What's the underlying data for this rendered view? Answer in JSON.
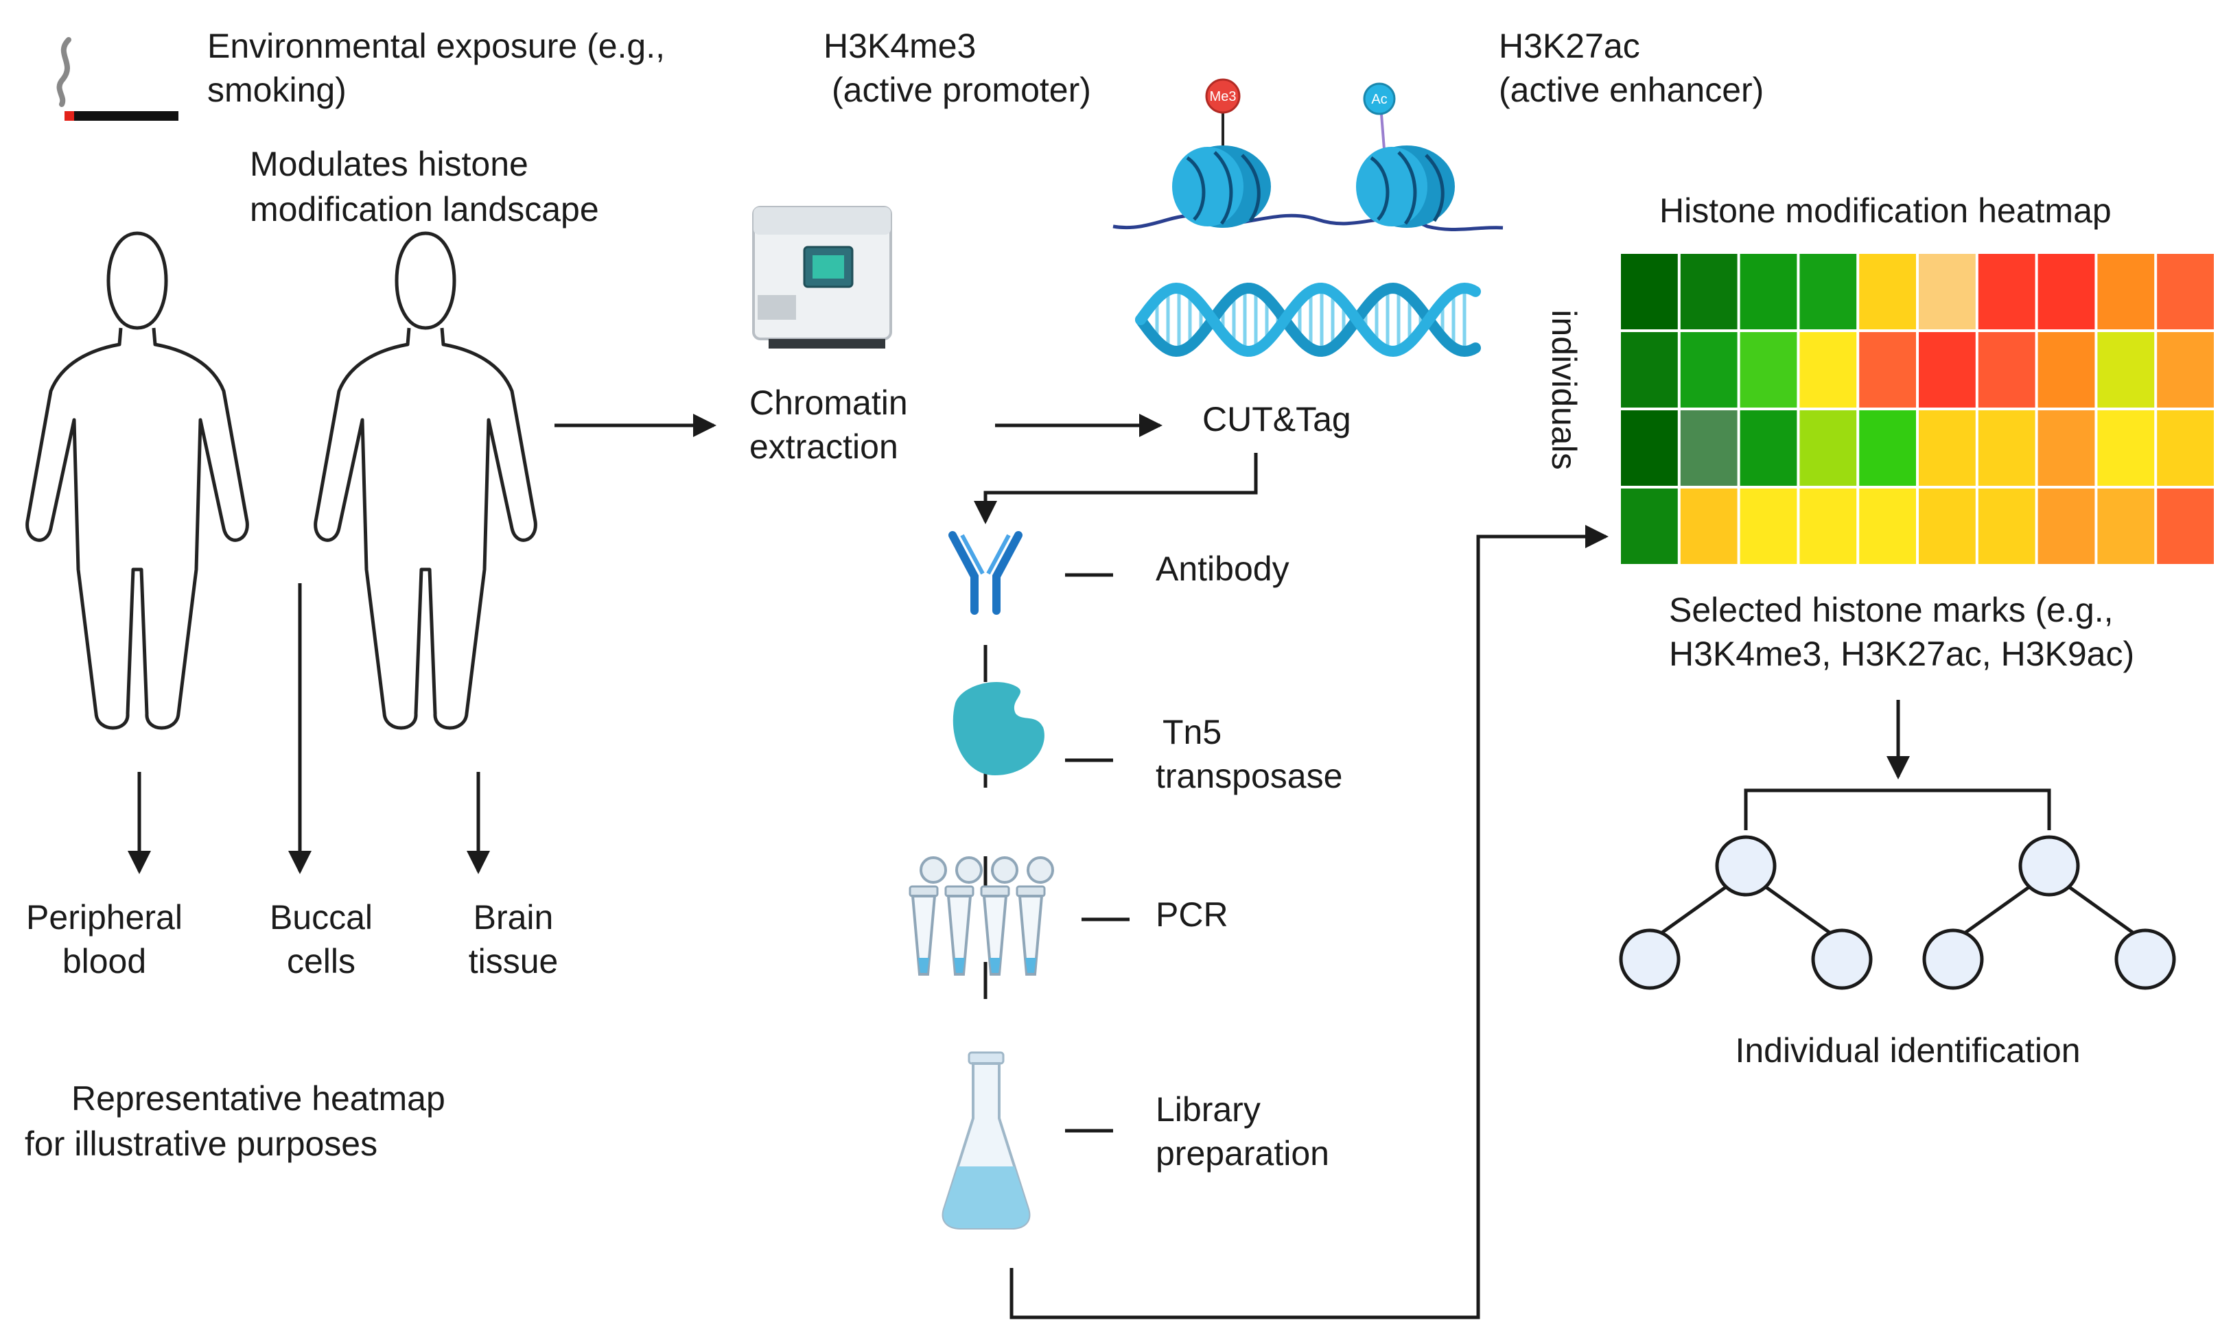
{
  "labels": {
    "exposure_line1": "Environmental exposure (e.g.,",
    "exposure_line2": "smoking)",
    "modulates_line1": "Modulates histone",
    "modulates_line2": "modification landscape",
    "h3k4me3_line1": "H3K4me3",
    "h3k4me3_line2": "(active promoter)",
    "h3k27ac_line1": "H3K27ac",
    "h3k27ac_line2": "(active enhancer)",
    "me3_tag": "Me3",
    "ac_tag": "Ac",
    "heatmap_title": "Histone modification heatmap",
    "individuals_axis": "individuals",
    "chromatin_line1": "Chromatin",
    "chromatin_line2": "extraction",
    "cuttag": "CUT&Tag",
    "antibody": "Antibody",
    "tn5_line1": "Tn5",
    "tn5_line2": "transposase",
    "pcr": "PCR",
    "library_line1": "Library",
    "library_line2": "preparation",
    "peripheral_line1": "Peripheral",
    "peripheral_line2": "blood",
    "buccal_line1": "Buccal",
    "buccal_line2": "cells",
    "brain_line1": "Brain",
    "brain_line2": "tissue",
    "representative_line1": "Representative heatmap",
    "representative_line2": "for illustrative purposes",
    "selected_line1": "Selected histone marks (e.g.,",
    "selected_line2": "H3K4me3, H3K27ac, H3K9ac)",
    "identification": "Individual identification"
  },
  "heatmap": {
    "rows": [
      [
        "#006400",
        "#0a7a0a",
        "#119b11",
        "#15a115",
        "#ffd21a",
        "#fcce78",
        "#ff3c28",
        "#ff3826",
        "#ff8c1e",
        "#ff6433"
      ],
      [
        "#0a7a0a",
        "#15a115",
        "#44cc1a",
        "#ffe81e",
        "#ff6433",
        "#ff3c28",
        "#ff5a32",
        "#ff8c1e",
        "#d7e614",
        "#ffa028"
      ],
      [
        "#006400",
        "#4a8a50",
        "#119b11",
        "#9cdc10",
        "#33cc11",
        "#ffd21a",
        "#ffd21a",
        "#ffa028",
        "#ffe81e",
        "#ffd21a"
      ],
      [
        "#0e870e",
        "#ffc81e",
        "#ffe81e",
        "#ffe81e",
        "#ffe81e",
        "#ffd21a",
        "#ffd21a",
        "#ffa028",
        "#ffb428",
        "#ff6433"
      ]
    ]
  },
  "colors": {
    "arrow": "#1a1a1a",
    "nucleosome": "#1a95c6",
    "dna_strand": "#2a3f8f",
    "me3_circle": "#e8423a",
    "ac_circle": "#27b3e3",
    "antibody": "#1d74c2",
    "tn5": "#3bb4c4",
    "tree_node": "#e8f0fb"
  }
}
